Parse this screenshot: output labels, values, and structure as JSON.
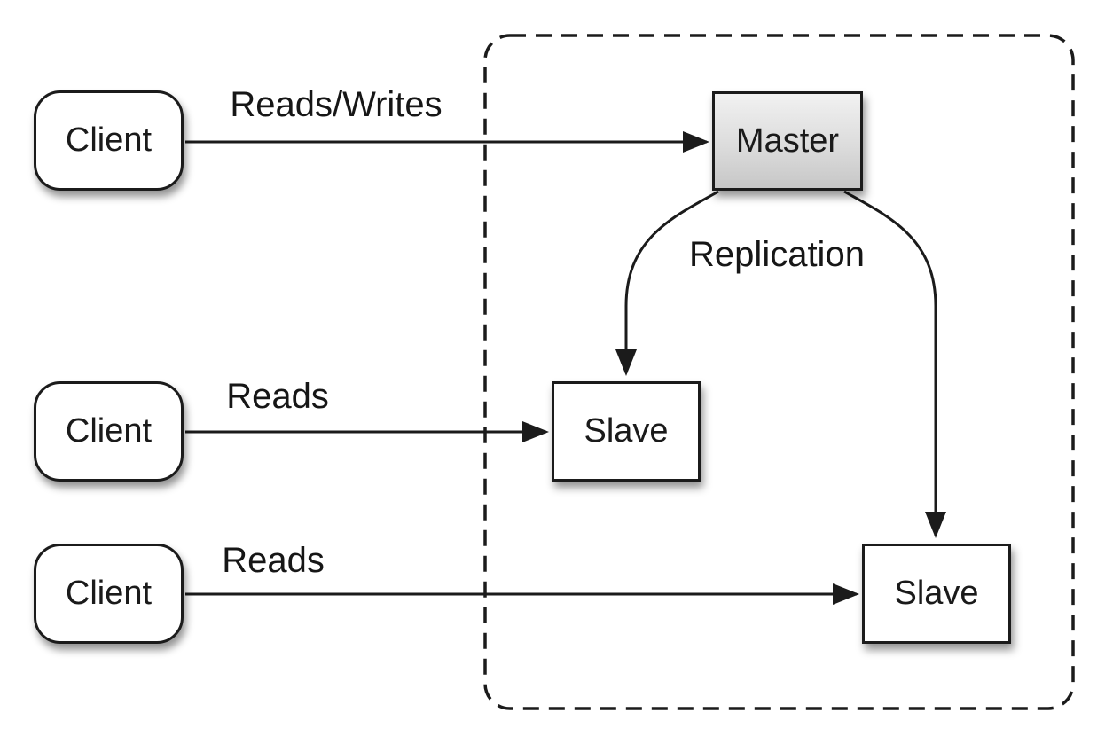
{
  "diagram": {
    "type": "architecture-diagram",
    "topic": "database master-slave replication",
    "nodes": {
      "client1": {
        "label": "Client",
        "shape": "rounded-rect",
        "fill": "#ffffff"
      },
      "client2": {
        "label": "Client",
        "shape": "rounded-rect",
        "fill": "#ffffff"
      },
      "client3": {
        "label": "Client",
        "shape": "rounded-rect",
        "fill": "#ffffff"
      },
      "master": {
        "label": "Master",
        "shape": "rect",
        "fill_gradient_top": "#f1f1f1",
        "fill_gradient_bottom": "#c7c7c7"
      },
      "slave1": {
        "label": "Slave",
        "shape": "rect",
        "fill": "#ffffff"
      },
      "slave2": {
        "label": "Slave",
        "shape": "rect",
        "fill": "#ffffff"
      }
    },
    "edges": {
      "client1_master": {
        "label": "Reads/Writes",
        "from": "client1",
        "to": "master"
      },
      "client2_slave1": {
        "label": "Reads",
        "from": "client2",
        "to": "slave1"
      },
      "client3_slave2": {
        "label": "Reads",
        "from": "client3",
        "to": "slave2"
      },
      "master_slave1": {
        "label": "",
        "from": "master",
        "to": "slave1"
      },
      "master_slave2": {
        "label": "",
        "from": "master",
        "to": "slave2"
      },
      "replication_label": {
        "label": "Replication"
      }
    },
    "boundary": {
      "style": "dashed-rounded-rect",
      "contains": [
        "master",
        "slave1",
        "slave2"
      ]
    },
    "colors": {
      "line": "#1b1b1b",
      "text": "#161616",
      "node_fill": "#ffffff",
      "background": "#ffffff"
    }
  }
}
